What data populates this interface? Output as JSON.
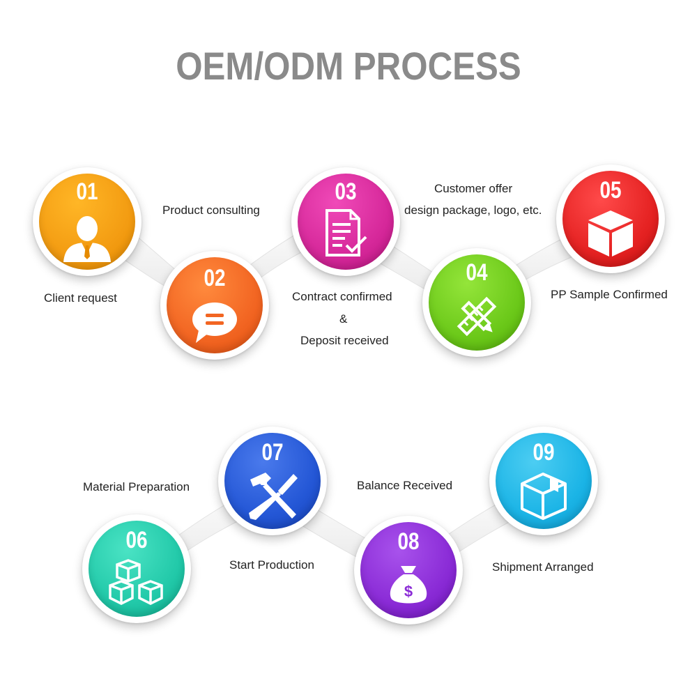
{
  "title": "OEM/ODM PROCESS",
  "steps": [
    {
      "number": "01",
      "label": "Client request",
      "color": "#f39c12",
      "icon": "person-icon"
    },
    {
      "number": "02",
      "label": "Product consulting",
      "color": "#f26522",
      "icon": "chat-bubble-icon"
    },
    {
      "number": "03",
      "label_line1": "Contract confirmed",
      "label_line2": "&",
      "label_line3": "Deposit received",
      "color": "#d6289a",
      "icon": "document-check-icon"
    },
    {
      "number": "04",
      "label_line1": "Customer offer",
      "label_line2": "design package, logo, etc.",
      "color": "#6cc91a",
      "icon": "pencil-ruler-icon"
    },
    {
      "number": "05",
      "label": "PP Sample Confirmed",
      "color": "#e52222",
      "icon": "cube-icon"
    },
    {
      "number": "06",
      "label": "Material Preparation",
      "color": "#22c9a9",
      "icon": "boxes-icon"
    },
    {
      "number": "07",
      "label": "Start Production",
      "color": "#2457d6",
      "icon": "hammer-screwdriver-icon"
    },
    {
      "number": "08",
      "label": "Balance Received",
      "color": "#8a2bd6",
      "icon": "money-bag-icon"
    },
    {
      "number": "09",
      "label": "Shipment Arranged",
      "color": "#1bb4e6",
      "icon": "package-icon"
    }
  ]
}
